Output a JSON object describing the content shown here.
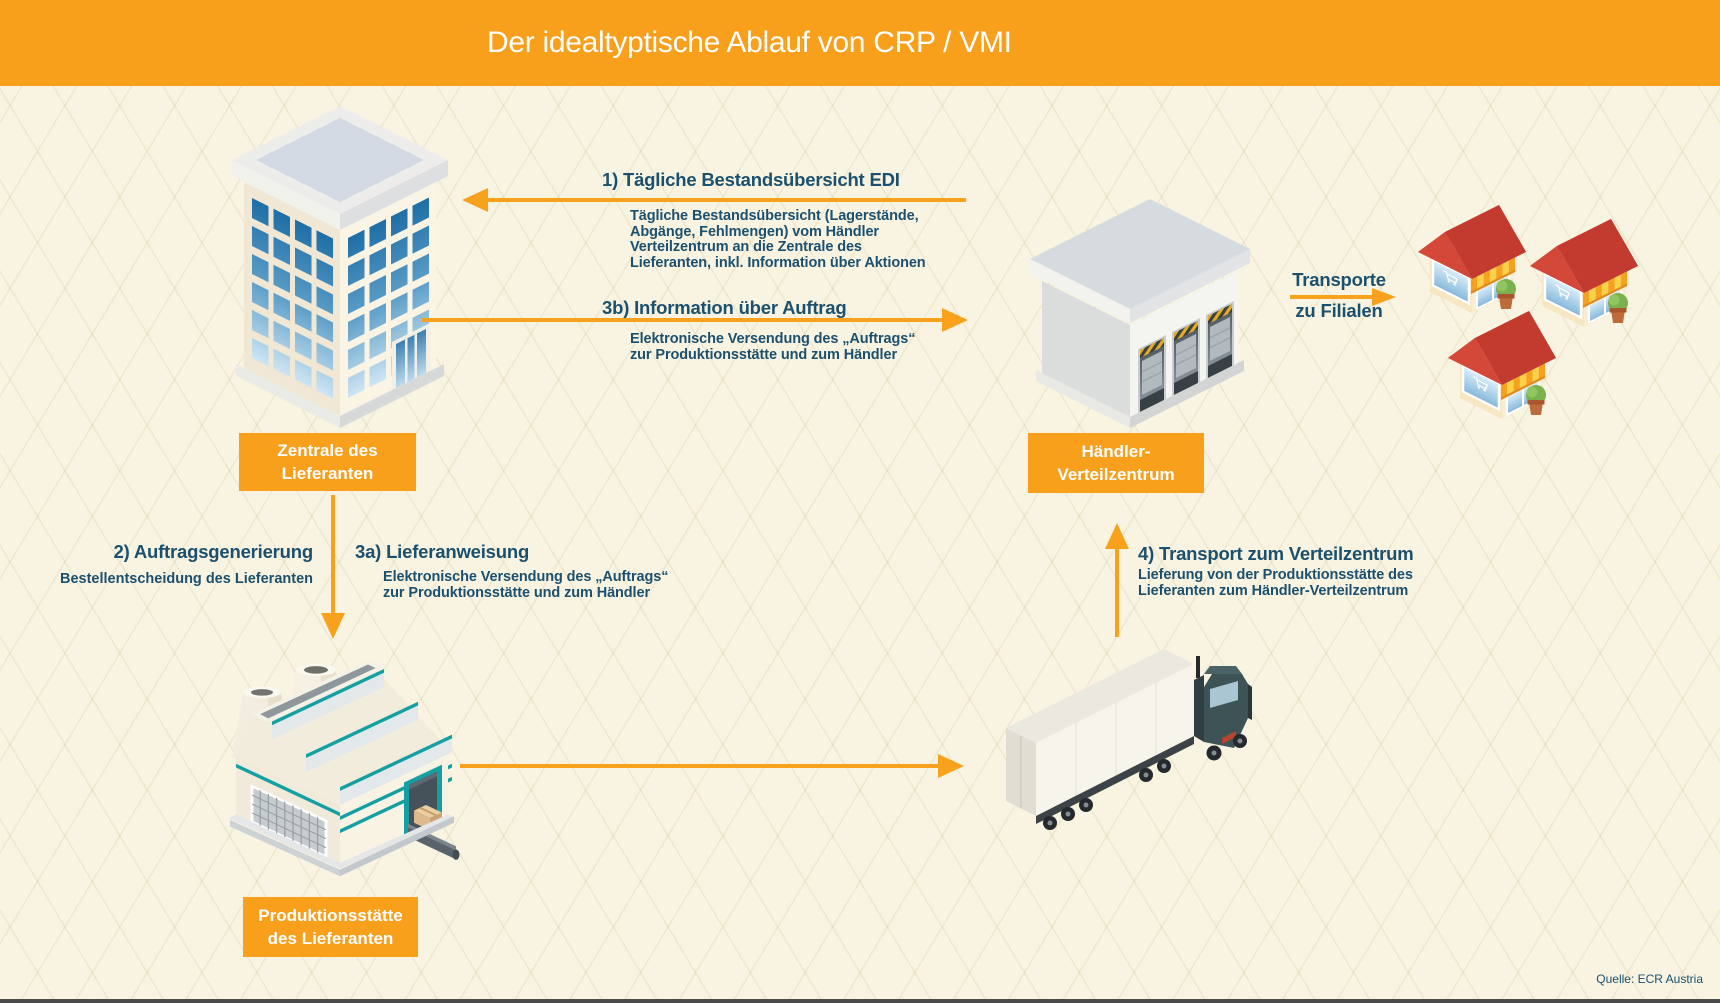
{
  "header": {
    "title": "Der idealtyptische Ablauf von CRP / VMI"
  },
  "steps": {
    "s1": {
      "title": "1) Tägliche Bestandsübersicht EDI",
      "lines": [
        "Tägliche Bestandsübersicht (Lagerstände,",
        "Abgänge, Fehlmengen) vom Händler",
        "Verteilzentrum an die Zentrale des",
        "Lieferanten, inkl. Information über Aktionen"
      ]
    },
    "s2": {
      "title": "2) Auftragsgenerierung",
      "lines": [
        "Bestellentscheidung des Lieferanten"
      ]
    },
    "s3a": {
      "title": "3a) Lieferanweisung",
      "lines": [
        "Elektronische Versendung des „Auftrags“",
        "zur Produktionsstätte und zum Händler"
      ]
    },
    "s3b": {
      "title": "3b) Information über Auftrag",
      "lines": [
        "Elektronische Versendung des „Auftrags“",
        "zur Produktionsstätte und zum Händler"
      ]
    },
    "s4": {
      "title": "4) Transport zum Verteilzentrum",
      "lines": [
        "Lieferung von der Produktionsstätte des",
        "Lieferanten zum Händler-Verteilzentrum"
      ]
    },
    "transport_stores": {
      "line1": "Transporte",
      "line2": "zu Filialen"
    }
  },
  "nodes": {
    "supplier_hq": {
      "line1": "Zentrale des",
      "line2": "Lieferanten"
    },
    "distribution_center": {
      "line1": "Händler-",
      "line2": "Verteilzentrum"
    },
    "production_site": {
      "line1": "Produktionsstätte",
      "line2": "des Lieferanten"
    }
  },
  "footer": {
    "source": "Quelle: ECR Austria"
  },
  "colors": {
    "accent_orange": "#F89F1C",
    "text_blue": "#1B506E",
    "background_cream": "#F9F4E2",
    "teal_accent": "#14A0A2",
    "store_roof_red": "#D9473A"
  }
}
